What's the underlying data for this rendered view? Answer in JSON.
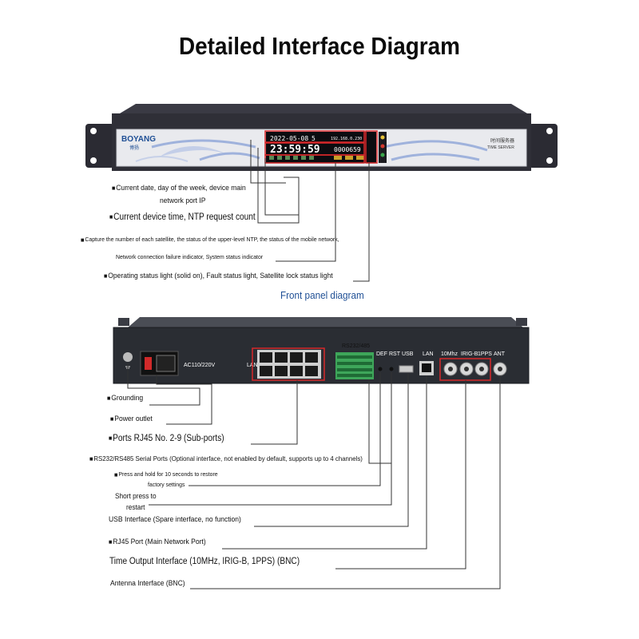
{
  "title": "Detailed Interface Diagram",
  "front_panel": {
    "brand": "BOYANG",
    "brand_sub": "博扬",
    "model_cn": "时间服务器",
    "model_en": "TIME SERVER",
    "lcd_date": "2022-05-08",
    "lcd_weekday": "5",
    "lcd_ip": "192.168.0.230",
    "lcd_time": "23:59:59",
    "lcd_count": "0000659",
    "caption": "Front panel diagram",
    "callouts": [
      "Current date, day of the week, device main",
      "network port IP",
      "Current device time, NTP request count",
      "Capture the number of each satellite, the status of the upper-level NTP, the status of the mobile network,",
      "Network connection failure indicator, System status indicator",
      "Operating status light (solid on), Fault status light, Satellite lock status light"
    ]
  },
  "rear_panel": {
    "port_labels": {
      "power": "AC110/220V",
      "lan_group": "LAN",
      "serial": "RS232/485",
      "def": "DEF",
      "rst": "RST",
      "usb": "USB",
      "lan": "LAN",
      "out1": "10Mhz",
      "out2": "IRIG-B",
      "out3": "1PPS",
      "ant": "ANT"
    },
    "callouts": [
      "Grounding",
      "Power outlet",
      "Ports RJ45 No. 2-9 (Sub-ports)",
      "RS232/RS485 Serial Ports (Optional interface, not enabled by default, supports up to 4 channels)",
      "Press and hold for 10 seconds to restore",
      "factory settings",
      "Short press to",
      "restart",
      "USB Interface (Spare interface, no function)",
      "RJ45 Port (Main Network Port)",
      "Time Output Interface (10MHz, IRIG-B, 1PPS) (BNC)",
      "Antenna Interface (BNC)"
    ]
  },
  "marker": "■"
}
